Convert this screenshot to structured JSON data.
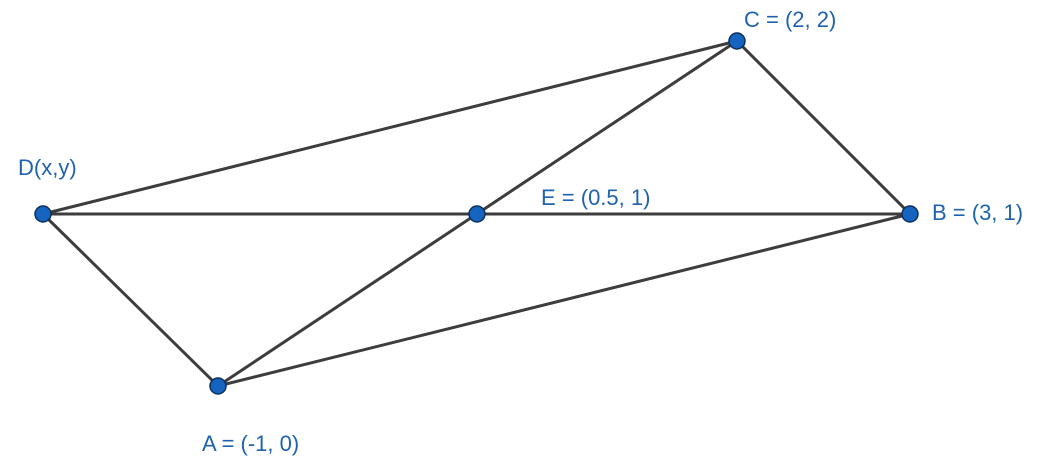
{
  "figure": {
    "points": {
      "A": {
        "label": "A = (-1, 0)",
        "x": -1,
        "y": 0
      },
      "B": {
        "label": "B = (3, 1)",
        "x": 3,
        "y": 1
      },
      "C": {
        "label": "C = (2, 2)",
        "x": 2,
        "y": 2
      },
      "D": {
        "label": "D(x,y)"
      },
      "E": {
        "label": "E = (0.5, 1)",
        "x": 0.5,
        "y": 1
      }
    },
    "segments": [
      [
        "D",
        "C"
      ],
      [
        "C",
        "B"
      ],
      [
        "B",
        "A"
      ],
      [
        "A",
        "D"
      ],
      [
        "D",
        "B"
      ],
      [
        "A",
        "C"
      ]
    ],
    "colors": {
      "point": "#1565c0",
      "label": "#1f63b0",
      "segment": "#3d3d3d"
    }
  }
}
